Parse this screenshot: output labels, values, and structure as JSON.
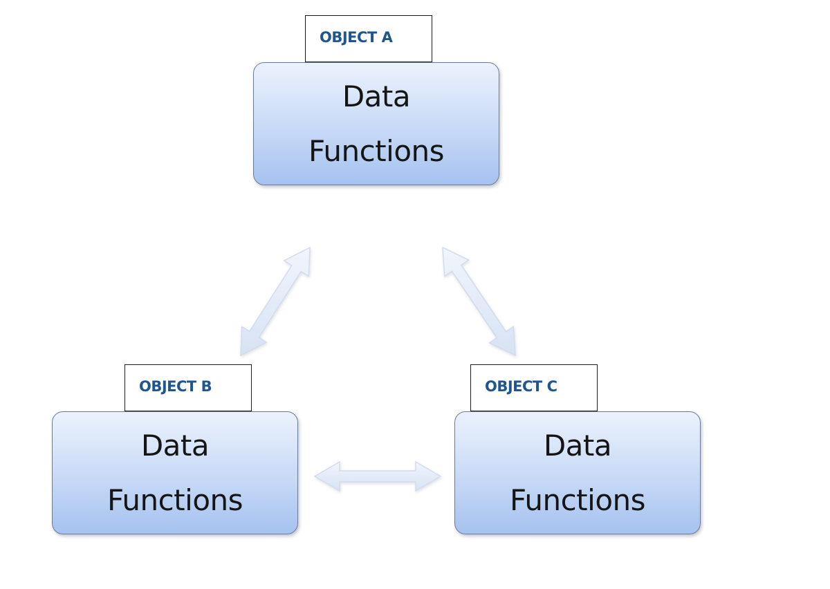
{
  "objects": [
    {
      "tab_label": "OBJECT A",
      "lines": [
        "Data",
        "Functions"
      ]
    },
    {
      "tab_label": "OBJECT B",
      "lines": [
        "Data",
        "Functions"
      ]
    },
    {
      "tab_label": "OBJECT C",
      "lines": [
        "Data",
        "Functions"
      ]
    }
  ],
  "connections": [
    {
      "from": "OBJECT A",
      "to": "OBJECT B",
      "direction": "bidirectional"
    },
    {
      "from": "OBJECT A",
      "to": "OBJECT C",
      "direction": "bidirectional"
    },
    {
      "from": "OBJECT B",
      "to": "OBJECT C",
      "direction": "bidirectional"
    }
  ],
  "colors": {
    "tab_text": "#1f5690",
    "box_gradient_top": "#ecf2fd",
    "box_gradient_bottom": "#a6c2ef",
    "box_border": "#6b7b95",
    "arrow_fill": "#dfe8f7"
  }
}
